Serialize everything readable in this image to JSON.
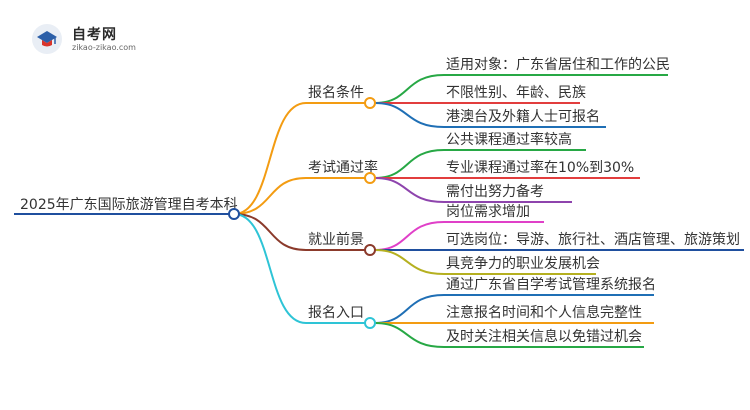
{
  "logo": {
    "title": "自考网",
    "subtitle": "zikao-zikao.com",
    "icon": "graduation-cap-icon"
  },
  "root": {
    "label": "2025年广东国际旅游管理自考本科"
  },
  "branches": [
    {
      "label": "报名条件",
      "color": "#f39c12",
      "children": [
        {
          "label": "适用对象：广东省居住和工作的公民",
          "color": "#27a845"
        },
        {
          "label": "不限性别、年龄、民族",
          "color": "#e23d3d"
        },
        {
          "label": "港澳台及外籍人士可报名",
          "color": "#1f6fb5"
        }
      ]
    },
    {
      "label": "考试通过率",
      "color": "#f39c12",
      "children": [
        {
          "label": "公共课程通过率较高",
          "color": "#27a845"
        },
        {
          "label": "专业课程通过率在10%到30%",
          "color": "#e23d3d"
        },
        {
          "label": "需付出努力备考",
          "color": "#8e44ad"
        }
      ]
    },
    {
      "label": "就业前景",
      "color": "#8b3a2b",
      "children": [
        {
          "label": "岗位需求增加",
          "color": "#e040c8"
        },
        {
          "label": "可选岗位：导游、旅行社、酒店管理、旅游策划",
          "color": "#1f4f9e"
        },
        {
          "label": "具竞争力的职业发展机会",
          "color": "#b5b020"
        }
      ]
    },
    {
      "label": "报名入口",
      "color": "#2ec4d6",
      "children": [
        {
          "label": "通过广东省自学考试管理系统报名",
          "color": "#1f6fb5"
        },
        {
          "label": "注意报名时间和个人信息完整性",
          "color": "#f39c12"
        },
        {
          "label": "及时关注相关信息以免错过机会",
          "color": "#27a845"
        }
      ]
    }
  ]
}
